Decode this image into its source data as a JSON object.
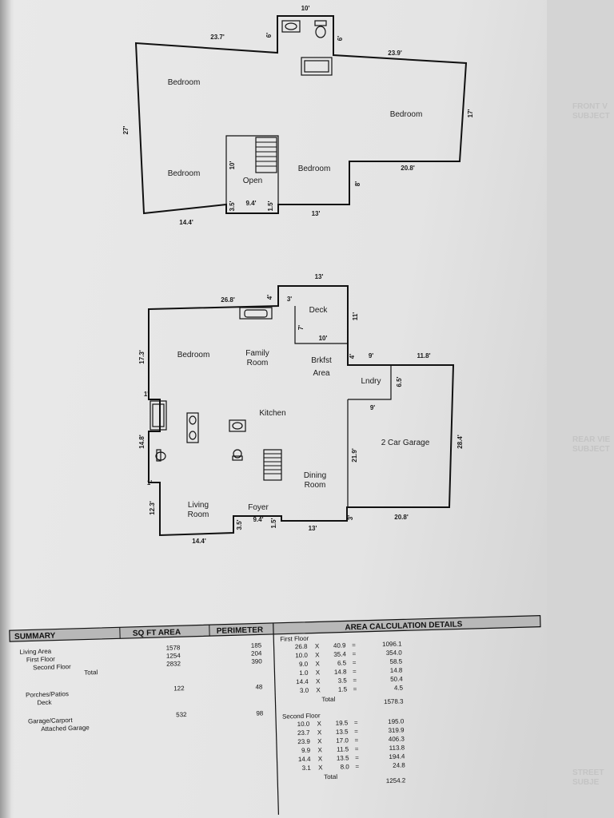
{
  "side_labels": [
    {
      "line1": "FRONT V",
      "line2": "SUBJECT"
    },
    {
      "line1": "REAR VIE",
      "line2": "SUBJECT"
    },
    {
      "line1": "STREET",
      "line2": "SUBJE"
    }
  ],
  "upper_floor": {
    "rooms": [
      {
        "name": "Bedroom"
      },
      {
        "name": "Bedroom"
      },
      {
        "name": "Bedroom"
      },
      {
        "name": "Bedroom"
      },
      {
        "name": "Open"
      }
    ],
    "dims": [
      "10'",
      "23.7'",
      "6'",
      "6'",
      "23.9'",
      "27'",
      "17'",
      "10'",
      "20.8'",
      "8'",
      "3.5'",
      "9.4'",
      "1.5'",
      "14.4'",
      "13'"
    ]
  },
  "lower_floor": {
    "rooms": [
      {
        "name": "Deck"
      },
      {
        "name": "Bedroom"
      },
      {
        "name": "Family"
      },
      {
        "name": "Room"
      },
      {
        "name": "Brkfst"
      },
      {
        "name": "Area"
      },
      {
        "name": "Lndry"
      },
      {
        "name": "Kitchen"
      },
      {
        "name": "2 Car Garage"
      },
      {
        "name": "Dining"
      },
      {
        "name": "Room"
      },
      {
        "name": "Living"
      },
      {
        "name": "Room"
      },
      {
        "name": "Foyer"
      }
    ],
    "dims": [
      "13'",
      "26.8'",
      "4'",
      "3'",
      "11'",
      "7'",
      "10'",
      "17.3'",
      "4'",
      "9'",
      "11.8'",
      "6.5'",
      "1'",
      "9'",
      "14.8'",
      "28.4'",
      "21.9'",
      "1'",
      "12.3'",
      "3'",
      "20.8'",
      "3.5'",
      "9.4'",
      "1.5'",
      "13'",
      "14.4'"
    ]
  },
  "summary": {
    "headers": {
      "summary": "SUMMARY",
      "sqft": "SQ FT AREA",
      "perimeter": "PERIMETER",
      "details": "AREA CALCULATION DETAILS"
    },
    "living_area": "Living Area",
    "first_floor": "First Floor",
    "second_floor": "Second Floor",
    "total": "Total",
    "living_values": [
      {
        "sqft": "1578",
        "perim": "185"
      },
      {
        "sqft": "1254",
        "perim": "204"
      },
      {
        "sqft": "2832",
        "perim": "390"
      }
    ],
    "porches": "Porches/Patios",
    "deck": "Deck",
    "deck_values": {
      "sqft": "122",
      "perim": "48"
    },
    "garage": "Garage/Carport",
    "attached_garage": "Attached Garage",
    "garage_values": {
      "sqft": "532",
      "perim": "98"
    },
    "first_floor_calc_title": "First Floor",
    "first_floor_calc": [
      {
        "a": "26.8",
        "b": "40.9",
        "r": "1096.1"
      },
      {
        "a": "10.0",
        "b": "35.4",
        "r": "354.0"
      },
      {
        "a": "9.0",
        "b": "6.5",
        "r": "58.5"
      },
      {
        "a": "1.0",
        "b": "14.8",
        "r": "14.8"
      },
      {
        "a": "14.4",
        "b": "3.5",
        "r": "50.4"
      },
      {
        "a": "3.0",
        "b": "1.5",
        "r": "4.5"
      }
    ],
    "first_floor_total": "1578.3",
    "second_floor_calc_title": "Second Floor",
    "second_floor_calc": [
      {
        "a": "10.0",
        "b": "19.5",
        "r": "195.0"
      },
      {
        "a": "23.7",
        "b": "13.5",
        "r": "319.9"
      },
      {
        "a": "23.9",
        "b": "17.0",
        "r": "406.3"
      },
      {
        "a": "9.9",
        "b": "11.5",
        "r": "113.8"
      },
      {
        "a": "14.4",
        "b": "13.5",
        "r": "194.4"
      },
      {
        "a": "3.1",
        "b": "8.0",
        "r": "24.8"
      }
    ],
    "second_floor_total": "1254.2",
    "x_sign": "X",
    "eq_sign": "="
  }
}
